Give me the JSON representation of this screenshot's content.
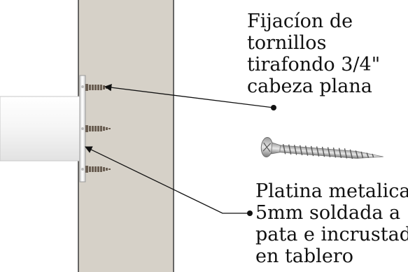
{
  "annotations": {
    "screw_fixing": {
      "lines": [
        "Fijacíon de",
        "tornillos",
        "tirafondo 3/4\"",
        "cabeza plana"
      ]
    },
    "metal_plate": {
      "lines": [
        "Platina metalica",
        "5mm soldada a",
        "pata e incrustada",
        "en tablero"
      ]
    }
  },
  "colors": {
    "board": "#d6d1c8",
    "board_edge": "#3a3a3a",
    "leg": "#f2f2f2",
    "plate": "#e9e9e9",
    "screw": "#6a5e52",
    "leader_line": "#111111"
  },
  "icons": {
    "screw_illustration": "wood-screw-icon"
  }
}
